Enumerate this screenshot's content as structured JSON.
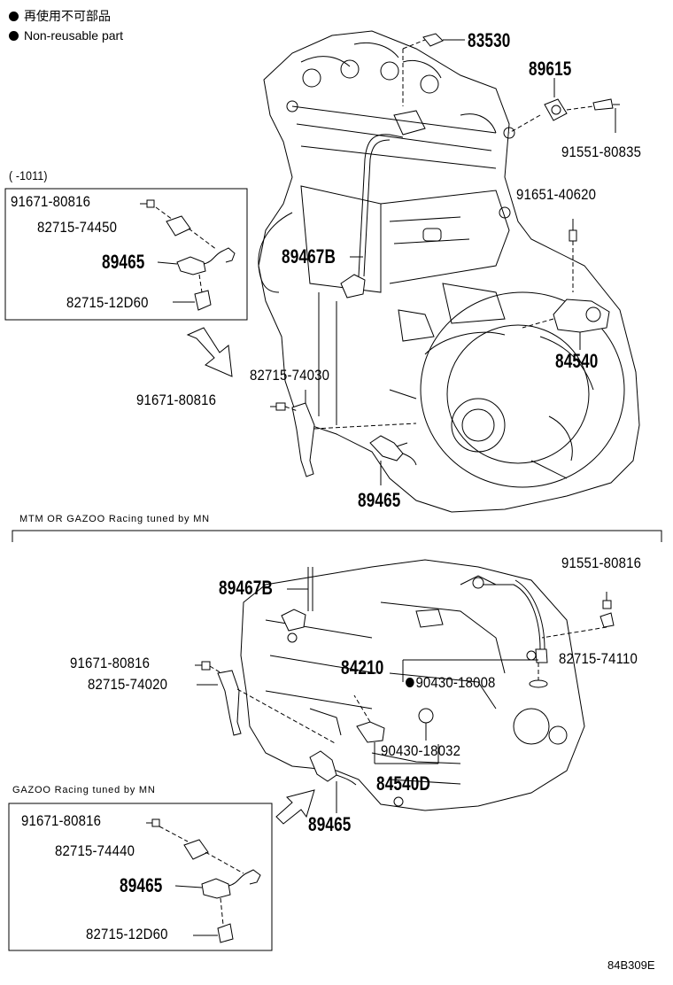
{
  "legend": {
    "japanese": "再使用不可部品",
    "english": "Non-reusable part"
  },
  "top_section": {
    "inset_year_label": "(      -1011)",
    "inset_parts": {
      "bolt": "91671-80816",
      "bracket": "82715-74450",
      "sensor": "89465",
      "clamp": "82715-12D60"
    },
    "parts": {
      "p83530": "83530",
      "p89615": "89615",
      "p91551": "91551-80835",
      "p91651": "91651-40620",
      "p89467b": "89467B",
      "p84540": "84540",
      "p82715_74030": "82715-74030",
      "p91671": "91671-80816",
      "p89465": "89465"
    }
  },
  "bottom_section": {
    "caption": "MTM  OR  GAZOO Racing tuned by MN",
    "parts": {
      "p91551": "91551-80816",
      "p89467b": "89467B",
      "p82715_74110": "82715-74110",
      "p91671": "91671-80816",
      "p82715_74020": "82715-74020",
      "p84210": "84210",
      "p90430_18008": "90430-18008",
      "p90430_18032": "90430-18032",
      "p84540d": "84540D",
      "p89465": "89465"
    },
    "inset_caption": "GAZOO Racing tuned by MN",
    "inset_parts": {
      "bolt": "91671-80816",
      "bracket": "82715-74440",
      "sensor": "89465",
      "clamp": "82715-12D60"
    }
  },
  "figure_code": "84B309E"
}
